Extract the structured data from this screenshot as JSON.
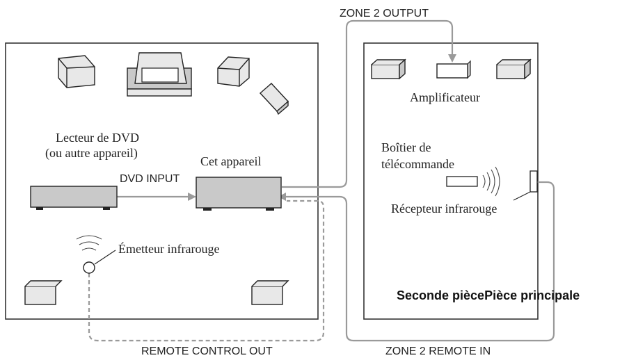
{
  "labels": {
    "zone2_output": "ZONE 2 OUTPUT",
    "dvd_player_line1": "Lecteur de DVD",
    "dvd_player_line2": "(ou autre appareil)",
    "dvd_input": "DVD INPUT",
    "this_unit": "Cet appareil",
    "amplifier": "Amplificateur",
    "remote_box_line1": "Boîtier de",
    "remote_box_line2": "télécommande",
    "ir_receiver": "Récepteur infrarouge",
    "ir_emitter": "Émetteur infrarouge",
    "second_room": "Seconde pièce",
    "main_room": "Pièce principale",
    "remote_control_out": "REMOTE CONTROL OUT",
    "zone2_remote_in": "ZONE 2 REMOTE IN"
  },
  "colors": {
    "cable": "#9a9a9a",
    "outline": "#333333"
  }
}
